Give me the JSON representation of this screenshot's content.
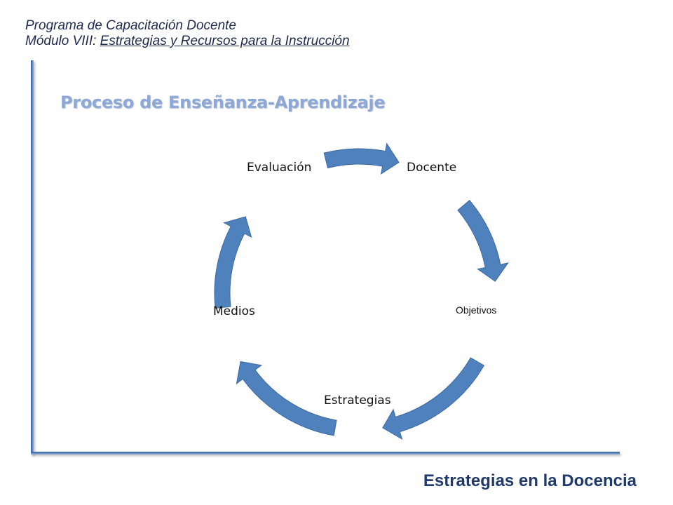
{
  "header": {
    "line1": "Programa de Capacitación Docente",
    "line2_prefix": "Módulo VIII: ",
    "line2_title": "Estrategias y Recursos para la Instrucción "
  },
  "slide_title": "Proceso de Enseñanza-Aprendizaje",
  "cycle": {
    "nodes": {
      "docente": "Docente",
      "objetivos": "Objetivos",
      "estrategias": "Estrategias",
      "medios": "Medios",
      "evaluacion": "Evaluación"
    },
    "arrow_color": "#4f81bd",
    "arrow_edge_color": "#3c6aa3"
  },
  "footer": "Estrategias en la Docencia",
  "colors": {
    "header_text": "#1f2a4d",
    "title": "#8ea8d6",
    "footer": "#1f3a6b",
    "frame": "#2e5b9a"
  }
}
